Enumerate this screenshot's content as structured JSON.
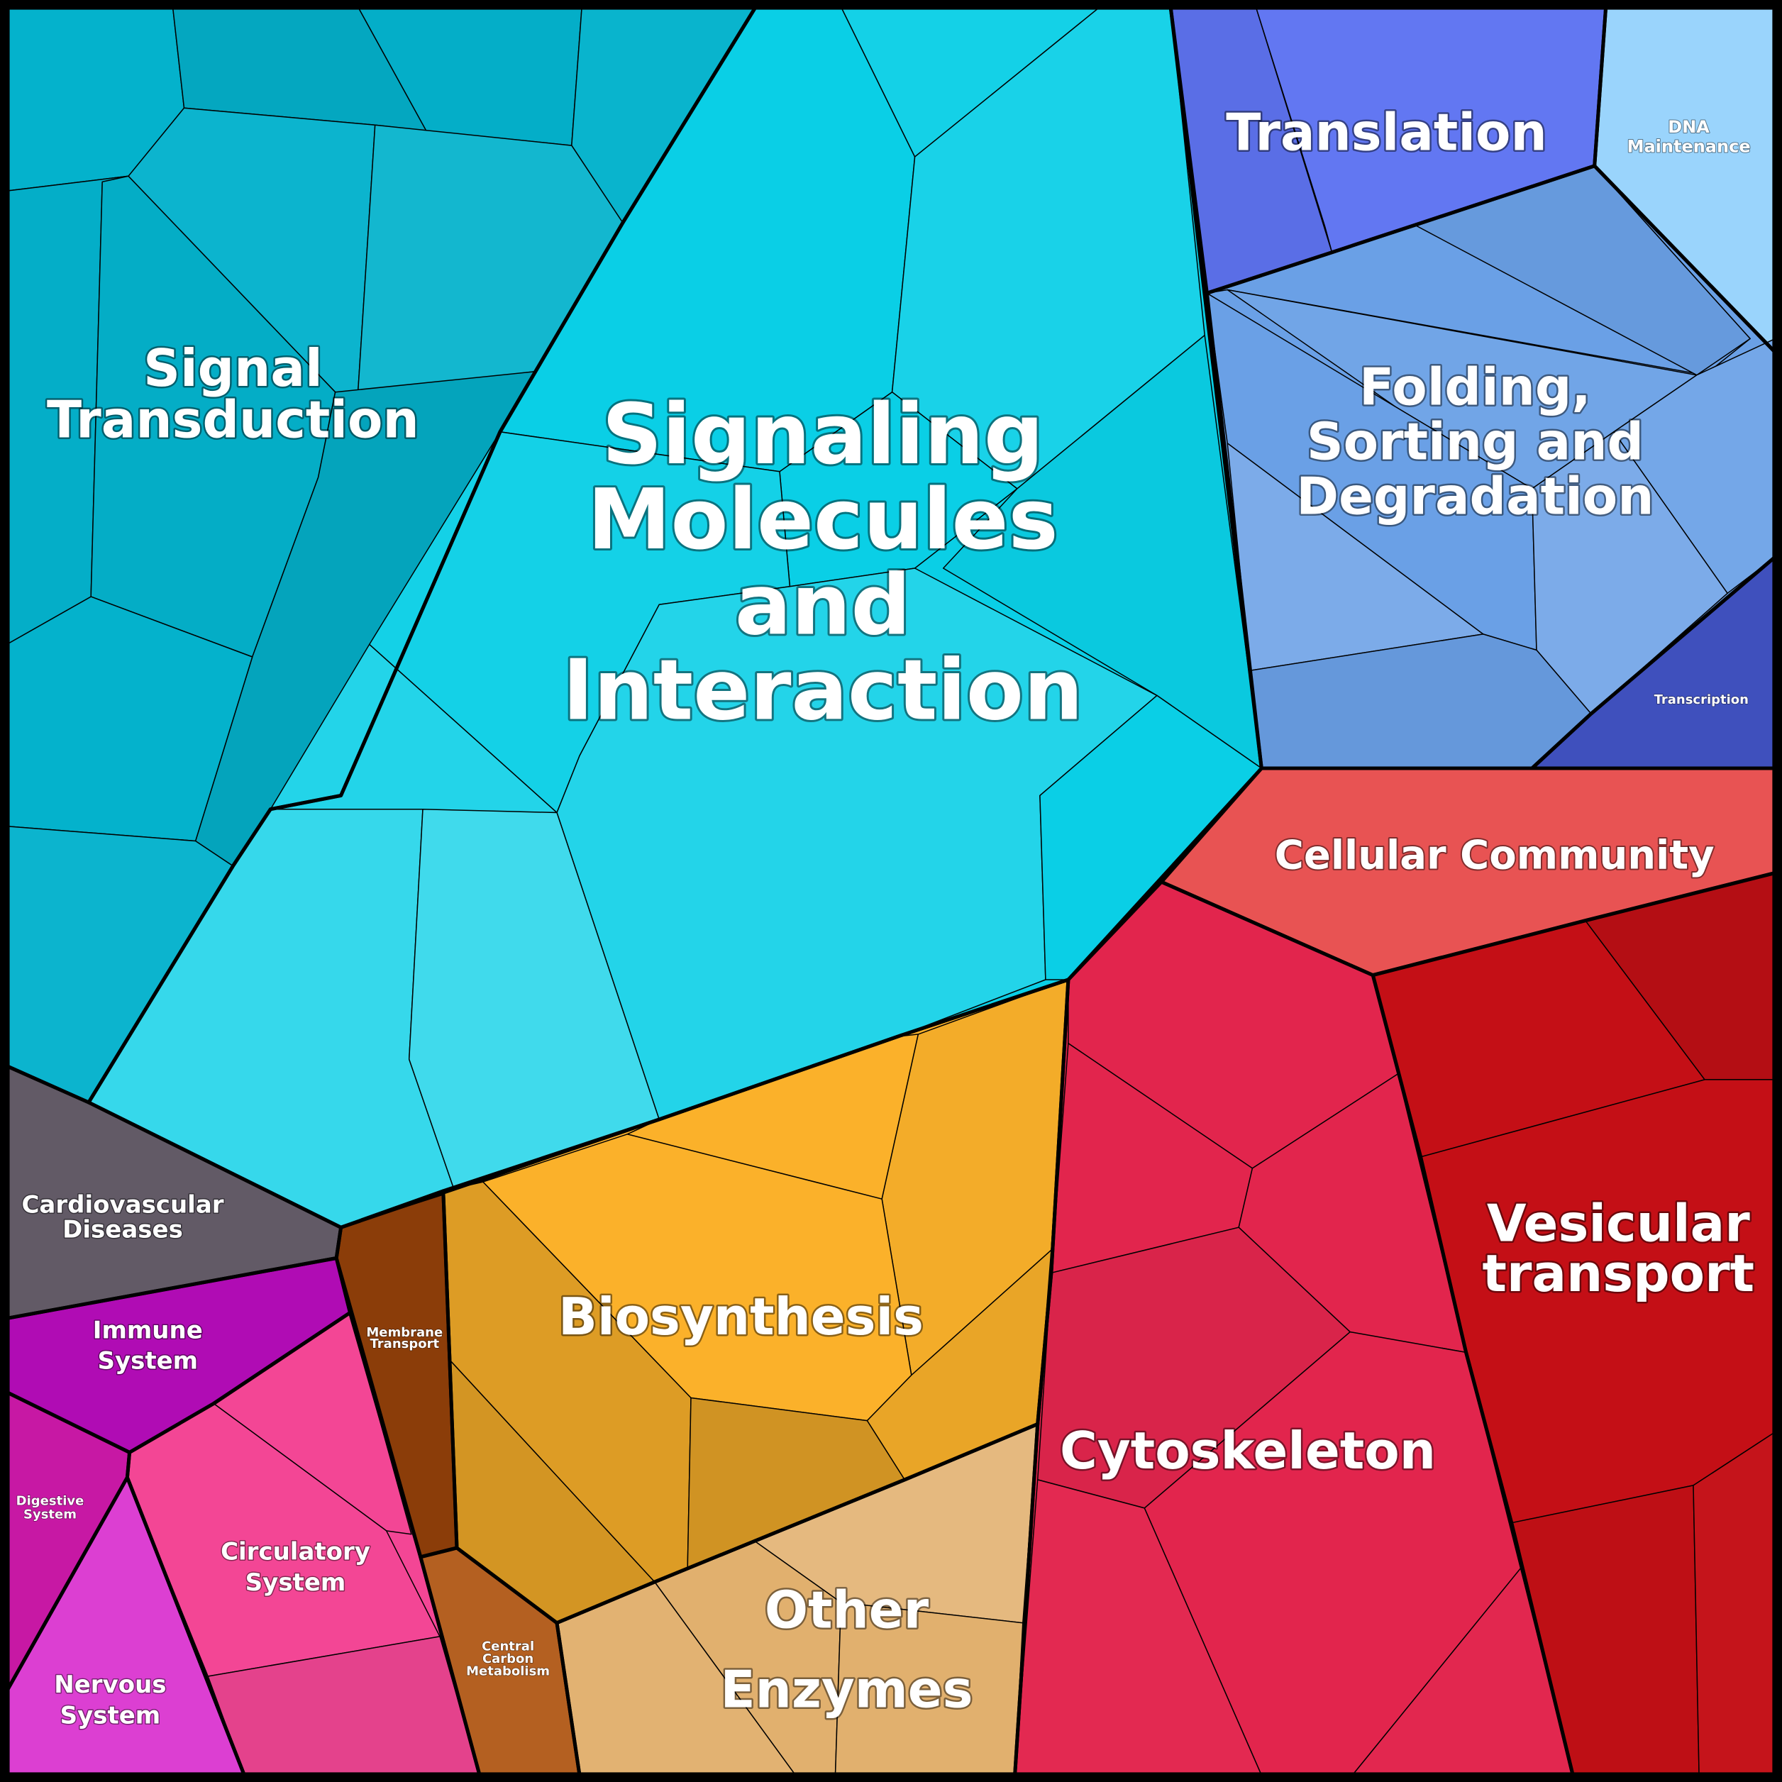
{
  "colors": {
    "signal_transduction": "#04b2cc",
    "signaling_molecules": "#0acfe6",
    "translation": "#5f74f2",
    "dna_maintenance": "#9ad4fc",
    "folding": "#6aa0e6",
    "transcription": "#3f50bd",
    "cellular_community": "#e85353",
    "vesicular_transport": "#c40f16",
    "cytoskeleton": "#e2254d",
    "biosynthesis": "#fbb12a",
    "other_enzymes": "#e1b06e",
    "membrane_transport": "#8b3d09",
    "central_carbon": "#b46021",
    "cardiovascular": "#625a66",
    "immune": "#b00cb4",
    "circulatory": "#f34695",
    "digestive": "#c718a4",
    "nervous": "#dc3fd2"
  },
  "labels": {
    "signaling_molecules": [
      "Signaling",
      "Molecules",
      "and",
      "Interaction"
    ],
    "signal_transduction": [
      "Signal",
      "Transduction"
    ],
    "translation": [
      "Translation"
    ],
    "dna_maintenance": [
      "DNA",
      "Maintenance"
    ],
    "folding": [
      "Folding,",
      "Sorting and",
      "Degradation"
    ],
    "transcription": [
      "Transcription"
    ],
    "cellular_community": [
      "Cellular Community"
    ],
    "vesicular_transport": [
      "Vesicular",
      "transport"
    ],
    "cytoskeleton": [
      "Cytoskeleton"
    ],
    "biosynthesis": [
      "Biosynthesis"
    ],
    "other_enzymes": [
      "Other",
      "Enzymes"
    ],
    "membrane_transport": [
      "Membrane",
      "Transport"
    ],
    "central_carbon": [
      "Central",
      "Carbon",
      "Metabolism"
    ],
    "cardiovascular": [
      "Cardiovascular",
      "Diseases"
    ],
    "immune": [
      "Immune",
      "System"
    ],
    "circulatory": [
      "Circulatory",
      "System"
    ],
    "digestive": [
      "Digestive",
      "System"
    ],
    "nervous": [
      "Nervous",
      "System"
    ]
  }
}
